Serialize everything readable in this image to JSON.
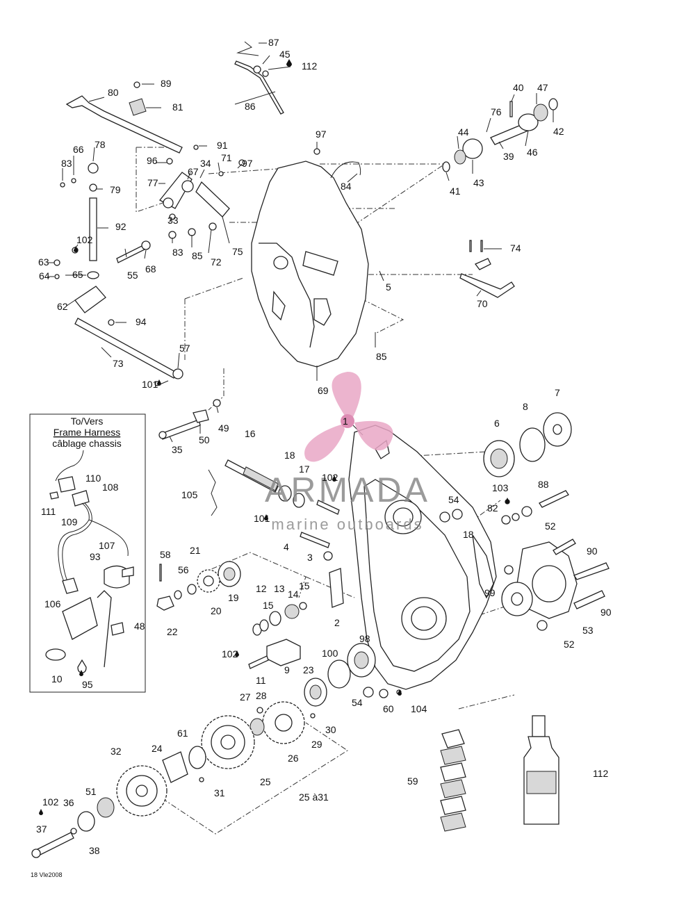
{
  "diagram": {
    "labels": [
      "1",
      "2",
      "3",
      "4",
      "5",
      "6",
      "7",
      "8",
      "9",
      "10",
      "11",
      "12",
      "13",
      "14",
      "15",
      "15",
      "16",
      "17",
      "18",
      "18",
      "19",
      "20",
      "21",
      "22",
      "23",
      "24",
      "25",
      "26",
      "27",
      "28",
      "29",
      "30",
      "31",
      "32",
      "33",
      "34",
      "35",
      "36",
      "37",
      "38",
      "39",
      "40",
      "41",
      "42",
      "43",
      "44",
      "45",
      "46",
      "47",
      "48",
      "49",
      "50",
      "51",
      "52",
      "52",
      "53",
      "54",
      "54",
      "55",
      "56",
      "57",
      "58",
      "59",
      "60",
      "61",
      "62",
      "63",
      "64",
      "65",
      "66",
      "67",
      "68",
      "69",
      "70",
      "71",
      "72",
      "73",
      "74",
      "75",
      "76",
      "77",
      "78",
      "79",
      "80",
      "81",
      "82",
      "83",
      "83",
      "84",
      "85",
      "85",
      "86",
      "87",
      "88",
      "89",
      "90",
      "90",
      "91",
      "92",
      "93",
      "94",
      "95",
      "96",
      "97",
      "97",
      "98",
      "99",
      "100",
      "101",
      "101",
      "102",
      "102",
      "102",
      "102",
      "103",
      "104",
      "105",
      "106",
      "107",
      "108",
      "109",
      "110",
      "111",
      "112",
      "112",
      "25 à31"
    ],
    "inset": {
      "line1": "To/Vers",
      "line2": "Frame Harness",
      "line3": "câblage chassis"
    },
    "watermark": {
      "brand": "ARMADA",
      "tagline": "marine outboards",
      "color": "#e9a7c6"
    },
    "footer_code": "18 Vle2008"
  }
}
